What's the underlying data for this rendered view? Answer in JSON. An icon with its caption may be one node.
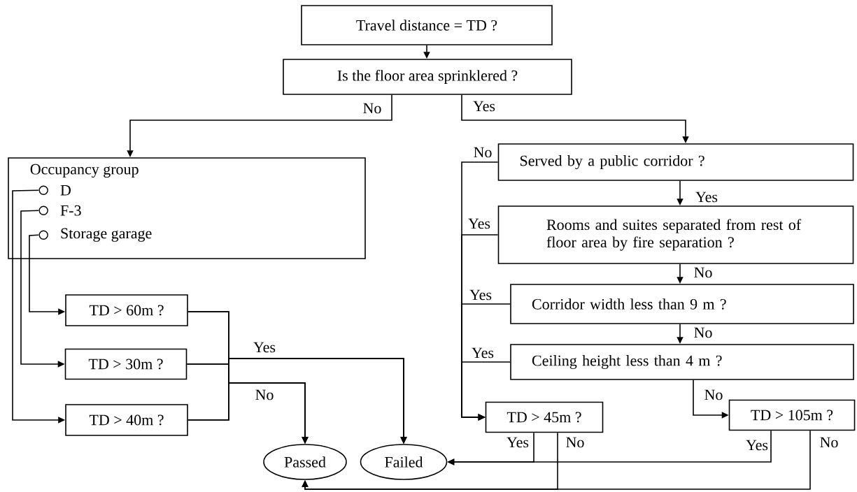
{
  "diagram": {
    "nodes": [
      {
        "text": [
          "Travel distance = TD ?"
        ]
      },
      {
        "text": [
          "Is the floor area sprinklered ?"
        ]
      },
      {
        "text": [
          "Occupancy group"
        ]
      },
      {
        "text": [
          "D"
        ],
        "in": 2
      },
      {
        "text": [
          "F-3"
        ],
        "in": 2
      },
      {
        "text": [
          "Storage garage"
        ],
        "in": 2
      },
      {
        "text": [
          "TD > 60m ?"
        ]
      },
      {
        "text": [
          "TD > 30m ?"
        ]
      },
      {
        "text": [
          "TD > 40m ?"
        ]
      },
      {
        "text": [
          "Passed"
        ]
      },
      {
        "text": [
          "Failed"
        ]
      },
      {
        "text": [
          "Served by a public corridor ?"
        ]
      },
      {
        "text": [
          "Rooms and suites separated from rest of floor area by fire separation ?"
        ]
      },
      {
        "text": [
          "Corridor width less than 9 m ?"
        ]
      },
      {
        "text": [
          "Ceiling height less than 4 m ?"
        ]
      },
      {
        "text": [
          "TD > 45m ?"
        ]
      },
      {
        "text": [
          "TD > 105m ?"
        ]
      }
    ],
    "edges": [
      {
        "from": 0,
        "to": 1,
        "arrow": "to"
      },
      {
        "from": 1,
        "to": 2,
        "arrow": "to",
        "label": "No"
      },
      {
        "from": 1,
        "to": 11,
        "arrow": "to",
        "label": "Yes"
      },
      {
        "from": 3,
        "to": 8,
        "arrow": "to"
      },
      {
        "from": 4,
        "to": 7,
        "arrow": "to"
      },
      {
        "from": 5,
        "to": 6,
        "arrow": "to"
      },
      {
        "from": 6,
        "to": 10,
        "arrow": "to"
      },
      {
        "from": 7,
        "to": 10,
        "arrow": "to",
        "label": "Yes"
      },
      {
        "from": 8,
        "to": 10,
        "arrow": "to"
      },
      {
        "from": 6,
        "to": 9,
        "arrow": "to"
      },
      {
        "from": 7,
        "to": 9,
        "arrow": "to",
        "label": "No"
      },
      {
        "from": 8,
        "to": 9,
        "arrow": "to"
      },
      {
        "from": 11,
        "to": 15,
        "arrow": "to",
        "label": "No"
      },
      {
        "from": 11,
        "to": 12,
        "arrow": "to",
        "label": "Yes"
      },
      {
        "from": 12,
        "to": 15,
        "arrow": "to",
        "label": "Yes"
      },
      {
        "from": 12,
        "to": 13,
        "arrow": "to",
        "label": "No"
      },
      {
        "from": 13,
        "to": 15,
        "arrow": "to",
        "label": "Yes"
      },
      {
        "from": 13,
        "to": 14,
        "arrow": "to",
        "label": "No"
      },
      {
        "from": 14,
        "to": 15,
        "arrow": "to",
        "label": "Yes"
      },
      {
        "from": 14,
        "to": 16,
        "arrow": "to",
        "label": "No"
      },
      {
        "from": 15,
        "to": 10,
        "arrow": "to",
        "label": "Yes"
      },
      {
        "from": 15,
        "to": 9,
        "arrow": "to",
        "label": "No"
      },
      {
        "from": 16,
        "to": 10,
        "arrow": "to",
        "label": "Yes"
      },
      {
        "from": 16,
        "to": 9,
        "arrow": "to",
        "label": "No"
      }
    ]
  }
}
